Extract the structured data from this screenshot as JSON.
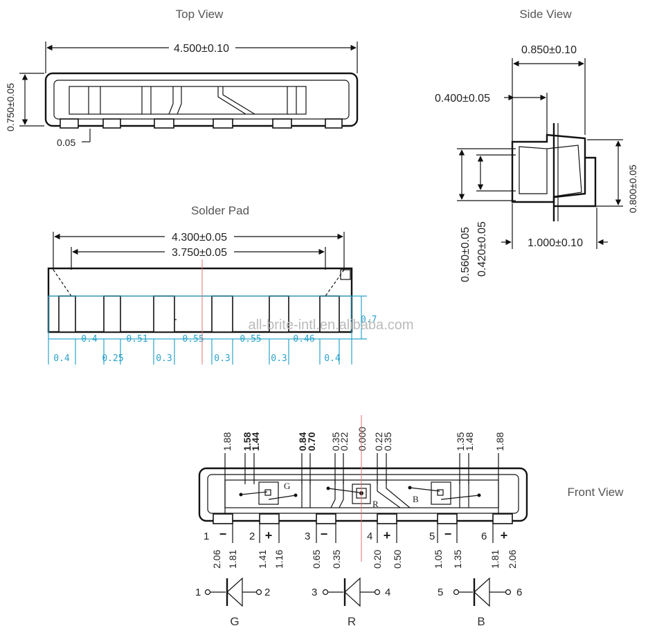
{
  "views": {
    "top_title": "Top View",
    "side_title": "Side View",
    "solder_title": "Solder Pad",
    "front_title": "Front View"
  },
  "top": {
    "length": "4.500±0.10",
    "height": "0.750±0.05",
    "gap": "0.05"
  },
  "side": {
    "depth": "0.850±0.10",
    "lip": "0.400±0.05",
    "height": "0.800±0.05",
    "base": "1.000±0.10",
    "inner_outer": "0.560±0.05",
    "inner_inner": "0.420±0.05"
  },
  "solder": {
    "outer_span": "4.300±0.05",
    "inner_span": "3.750±0.05",
    "gaps": [
      "0.4",
      "0.51",
      "0.55",
      "0.55",
      "0.46"
    ],
    "pad_widths": [
      "0.4",
      "0.25",
      "0.3",
      "0.3",
      "0.3",
      "0.4"
    ],
    "pad_height": "0.7"
  },
  "front": {
    "top_dims": [
      "1.88",
      "1.58",
      "1.44",
      "0.84",
      "0.70",
      "0.35",
      "0.22",
      "0.000",
      "0.22",
      "0.35",
      "1.35",
      "1.48",
      "1.88"
    ],
    "bottom_dims": [
      "2.06",
      "1.81",
      "1.41",
      "1.16",
      "0.65",
      "0.35",
      "0.20",
      "0.50",
      "1.05",
      "1.35",
      "1.81",
      "2.06"
    ],
    "pins": [
      {
        "num": "1",
        "sign": "−"
      },
      {
        "num": "2",
        "sign": "+"
      },
      {
        "num": "3",
        "sign": "−"
      },
      {
        "num": "4",
        "sign": "+"
      },
      {
        "num": "5",
        "sign": "−"
      },
      {
        "num": "6",
        "sign": "+"
      }
    ],
    "chip_labels": [
      "G",
      "R",
      "B"
    ]
  },
  "diodes": [
    {
      "left": "1",
      "right": "2",
      "color": "G"
    },
    {
      "left": "3",
      "right": "4",
      "color": "R"
    },
    {
      "left": "5",
      "right": "6",
      "color": "B"
    }
  ],
  "watermark": "all-brite-intl.en.alibaba.com"
}
